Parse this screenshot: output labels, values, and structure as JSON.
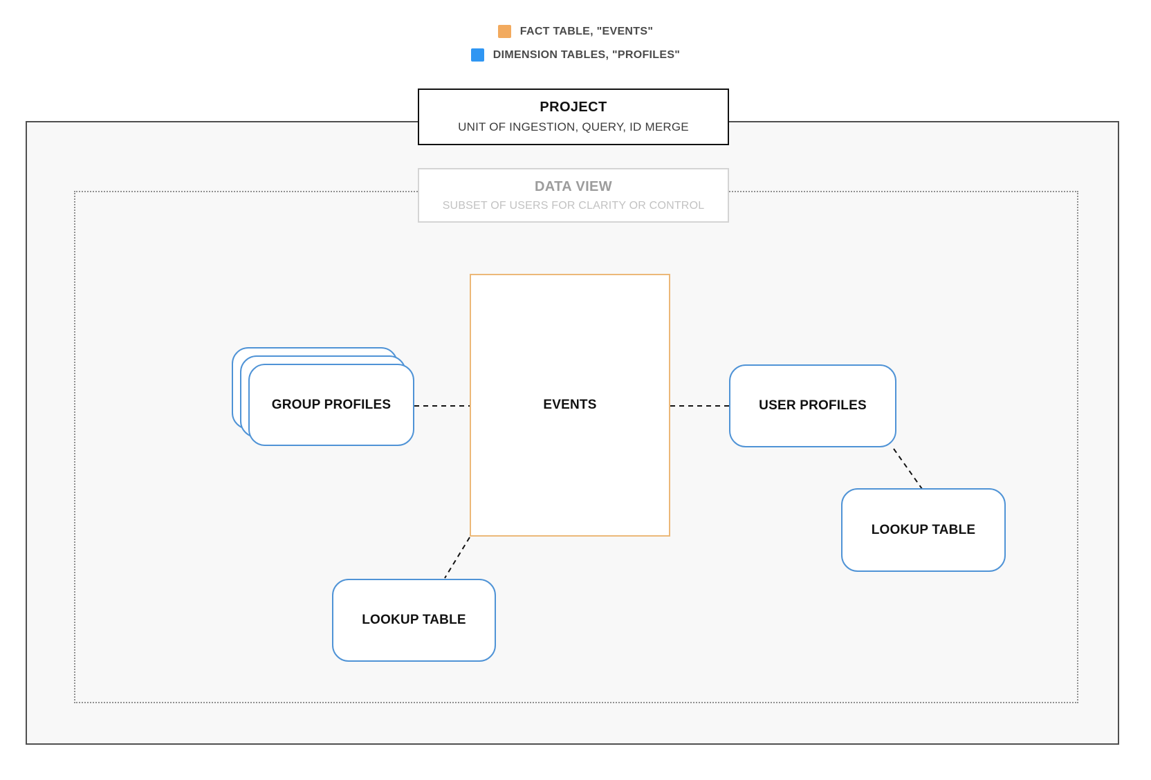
{
  "legend": {
    "items": [
      {
        "label": "FACT TABLE, \"EVENTS\"",
        "swatch": "orange-square",
        "swatch_color": "#f2aa5e"
      },
      {
        "label": "DIMENSION TABLES, \"PROFILES\"",
        "swatch": "blue-square",
        "swatch_color": "#2f96f3"
      }
    ]
  },
  "project_box": {
    "title": "PROJECT",
    "subtitle": "UNIT OF INGESTION, QUERY, ID MERGE"
  },
  "data_view_box": {
    "title": "DATA VIEW",
    "subtitle": "SUBSET OF USERS FOR CLARITY OR CONTROL"
  },
  "nodes": {
    "group_profiles": {
      "label": "GROUP PROFILES"
    },
    "events": {
      "label": "EVENTS"
    },
    "user_profiles": {
      "label": "USER PROFILES"
    },
    "lookup_table_bottom": {
      "label": "LOOKUP TABLE"
    },
    "lookup_table_right": {
      "label": "LOOKUP TABLE"
    }
  },
  "colors": {
    "fact_accent": "#f2aa5e",
    "dimension_accent": "#2f96f3",
    "node_blue_border": "#4f93d6",
    "node_orange_border": "#ecb878",
    "outer_boundary_border": "#4f4f4f",
    "inner_boundary_border": "#8f8f8f",
    "connector": "#131313"
  }
}
